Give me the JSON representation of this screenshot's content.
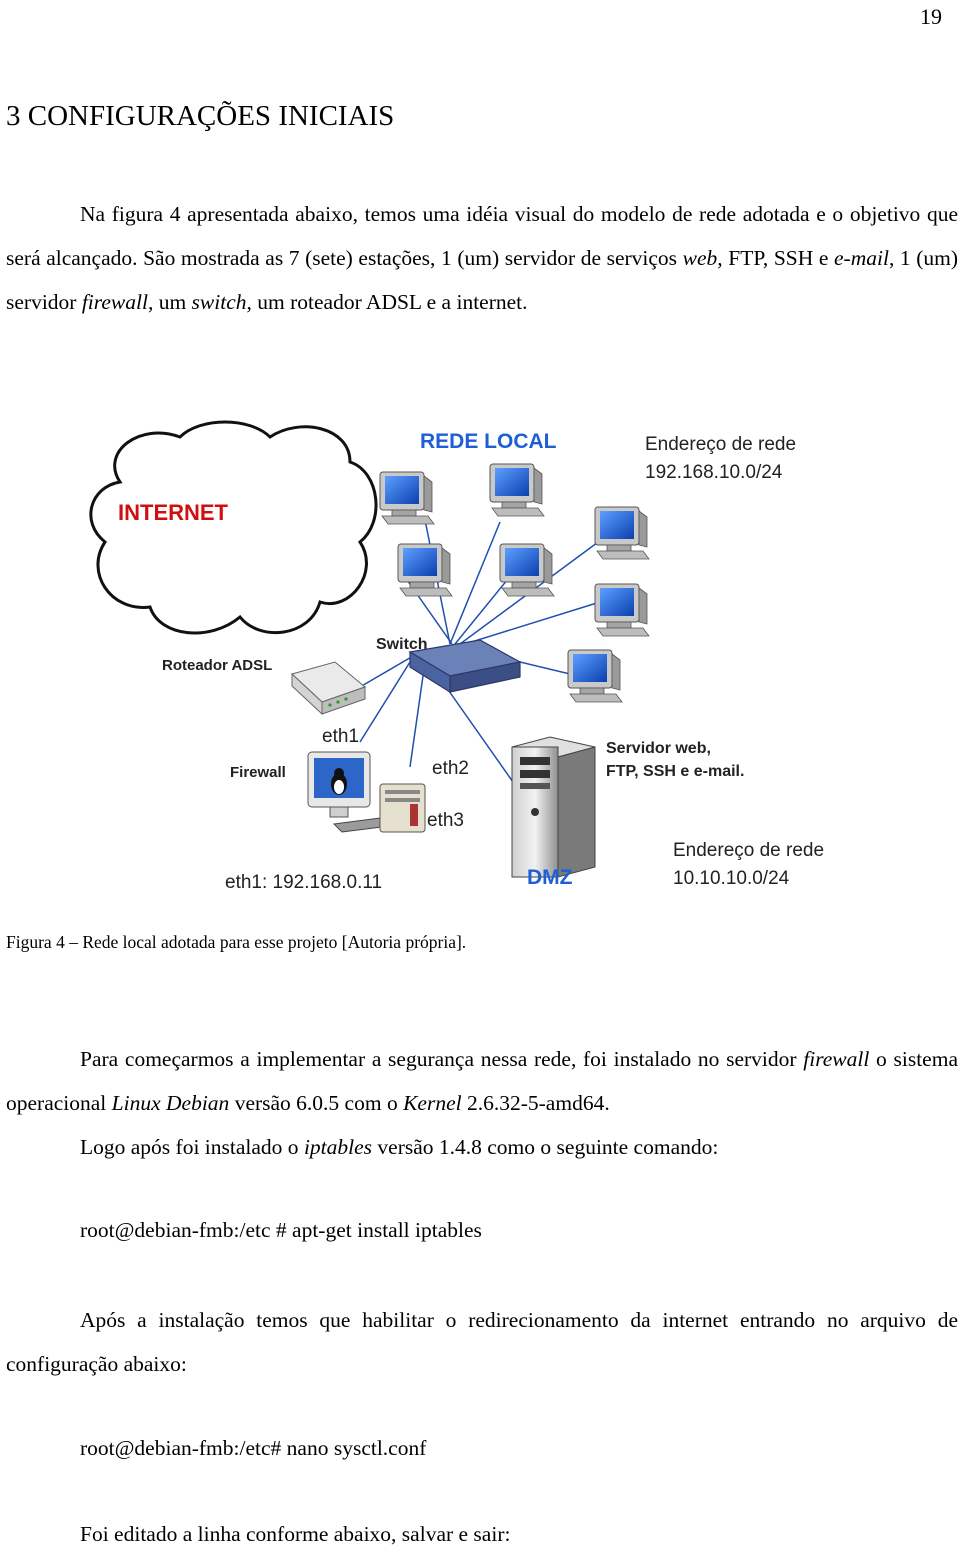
{
  "page_number": "19",
  "heading": "3 CONFIGURAÇÕES INICIAIS",
  "intro": {
    "t1": "Na figura 4 apresentada abaixo, temos uma idéia visual do modelo de rede adotada e o objetivo que será alcançado. São mostrada as 7 (sete) estações, 1 (um) servidor de serviços ",
    "i1": "web",
    "t2": ", FTP, SSH e ",
    "i2": "e-mail",
    "t3": ", 1 (um) servidor ",
    "i3": "firewall",
    "t4": ", um ",
    "i4": "switch",
    "t5": ", um roteador ADSL e a internet."
  },
  "figure": {
    "internet_label": "INTERNET",
    "rede_local_label": "REDE LOCAL",
    "net_addr_title": "Endereço de rede",
    "net_addr_value": "192.168.10.0/24",
    "switch_label": "Switch",
    "router_label": "Roteador ADSL",
    "firewall_label": "Firewall",
    "eth1_label": "eth1",
    "eth2_label": "eth2",
    "eth3_label": "eth3",
    "server_label_1": "Servidor web,",
    "server_label_2": "FTP, SSH e e-mail.",
    "dmz_label": "DMZ",
    "dmz_addr_title": "Endereço de rede",
    "dmz_addr_value": "10.10.10.0/24",
    "eth1_addr": "eth1: 192.168.0.11"
  },
  "caption": "Figura 4 – Rede local adotada para esse projeto [Autoria própria].",
  "para2": {
    "t1": "Para começarmos a implementar a segurança nessa rede, foi instalado no servidor ",
    "i1": "firewall",
    "t2": " o sistema operacional ",
    "i2": "Linux Debian",
    "t3": " versão 6.0.5 com o ",
    "i3": "Kernel",
    "t4": " 2.6.32-5-amd64.",
    "l2a": "Logo após foi instalado o ",
    "l2i": "iptables",
    "l2b": " versão 1.4.8 como o seguinte comando:"
  },
  "command1": "root@debian-fmb:/etc # apt-get install iptables",
  "para3": "Após a instalação temos que habilitar o redirecionamento da internet entrando no arquivo de configuração abaixo:",
  "command2": "root@debian-fmb:/etc# nano sysctl.conf",
  "last_line": "Foi editado a linha conforme abaixo, salvar e sair:",
  "colors": {
    "rede_local": "#1f5fd6",
    "internet": "#d01010",
    "monitor_screen": "#1a5fe0"
  }
}
